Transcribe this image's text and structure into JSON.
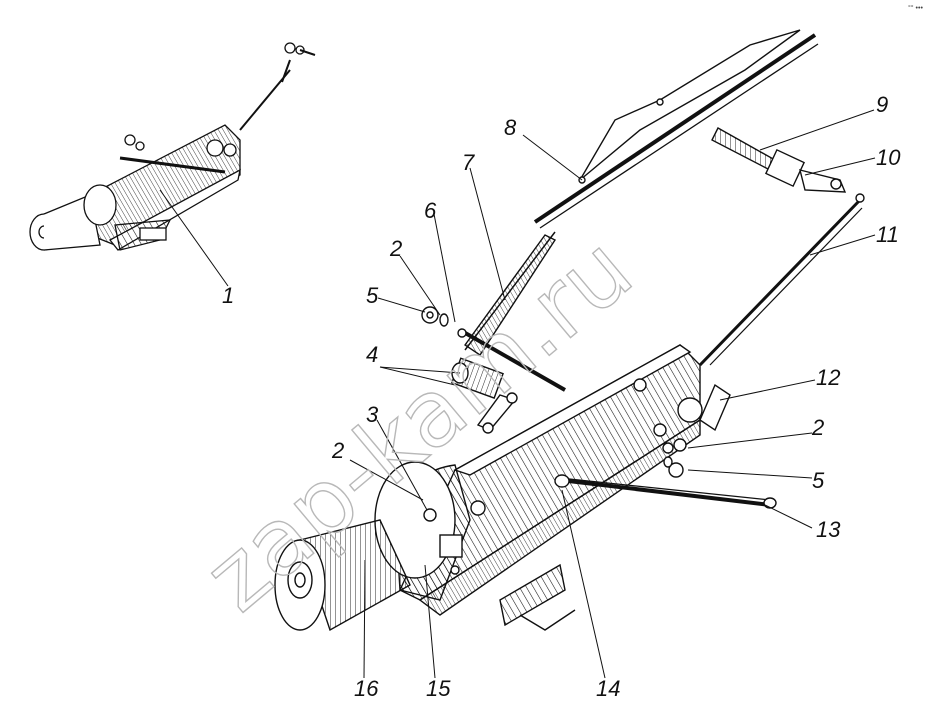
{
  "watermark": "zap-kam.ru",
  "corner_mark": "°° •••",
  "colors": {
    "ink": "#111111",
    "watermark": "#b8b8b8"
  },
  "callouts": [
    {
      "id": "1",
      "text": "1"
    },
    {
      "id": "2a",
      "text": "2"
    },
    {
      "id": "2b",
      "text": "2"
    },
    {
      "id": "2c",
      "text": "2"
    },
    {
      "id": "3",
      "text": "3"
    },
    {
      "id": "4",
      "text": "4"
    },
    {
      "id": "5a",
      "text": "5"
    },
    {
      "id": "5b",
      "text": "5"
    },
    {
      "id": "6",
      "text": "6"
    },
    {
      "id": "7",
      "text": "7"
    },
    {
      "id": "8",
      "text": "8"
    },
    {
      "id": "9",
      "text": "9"
    },
    {
      "id": "10",
      "text": "10"
    },
    {
      "id": "11",
      "text": "11"
    },
    {
      "id": "12",
      "text": "12"
    },
    {
      "id": "13",
      "text": "13"
    },
    {
      "id": "14",
      "text": "14"
    },
    {
      "id": "15",
      "text": "15"
    },
    {
      "id": "16",
      "text": "16"
    }
  ]
}
